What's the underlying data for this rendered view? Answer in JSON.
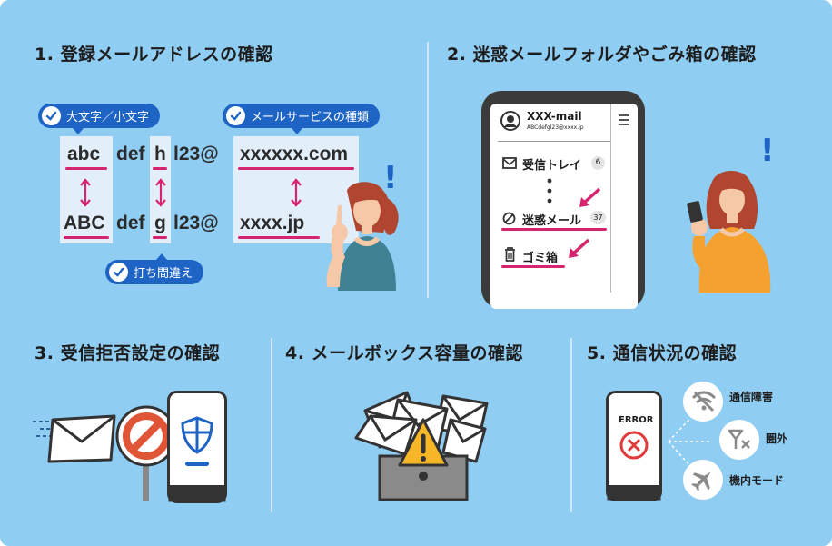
{
  "sections": [
    {
      "number": "1.",
      "title": "登録メールアドレスの確認"
    },
    {
      "number": "2.",
      "title": "迷惑メールフォルダやごみ箱の確認"
    },
    {
      "number": "3.",
      "title": "受信拒否設定の確認"
    },
    {
      "number": "4.",
      "title": "メールボックス容量の確認"
    },
    {
      "number": "5.",
      "title": "通信状況の確認"
    }
  ],
  "email_compare": {
    "badge_case": "大文字／小文字",
    "badge_service": "メールサービスの種類",
    "badge_typo": "打ち間違え",
    "top": {
      "case": "abc",
      "mid": "def",
      "typo": "h",
      "rest": "l23@",
      "domain": "xxxxxx.com"
    },
    "bottom": {
      "case": "ABC",
      "mid": "def",
      "typo": "g",
      "rest": "l23@",
      "domain": "xxxx.jp"
    }
  },
  "phone_mail": {
    "app_name": "XXX-mail",
    "account": "ABCdefgl23@xxxx.jp",
    "folders": [
      {
        "label": "受信トレイ",
        "count": "6"
      },
      {
        "label": "迷惑メール",
        "count": "37"
      },
      {
        "label": "ゴミ箱",
        "count": ""
      }
    ]
  },
  "exclaim": "!",
  "error_phone": {
    "label": "ERROR"
  },
  "network": [
    {
      "label": "通信障害",
      "icon": "no-signal-icon"
    },
    {
      "label": "圏外",
      "icon": "antenna-off-icon"
    },
    {
      "label": "機内モード",
      "icon": "airplane-icon"
    }
  ],
  "colors": {
    "background": "#8fcdf3",
    "accent": "#d6246e",
    "badge": "#1e64c4",
    "highlight": "#e3eefb"
  }
}
